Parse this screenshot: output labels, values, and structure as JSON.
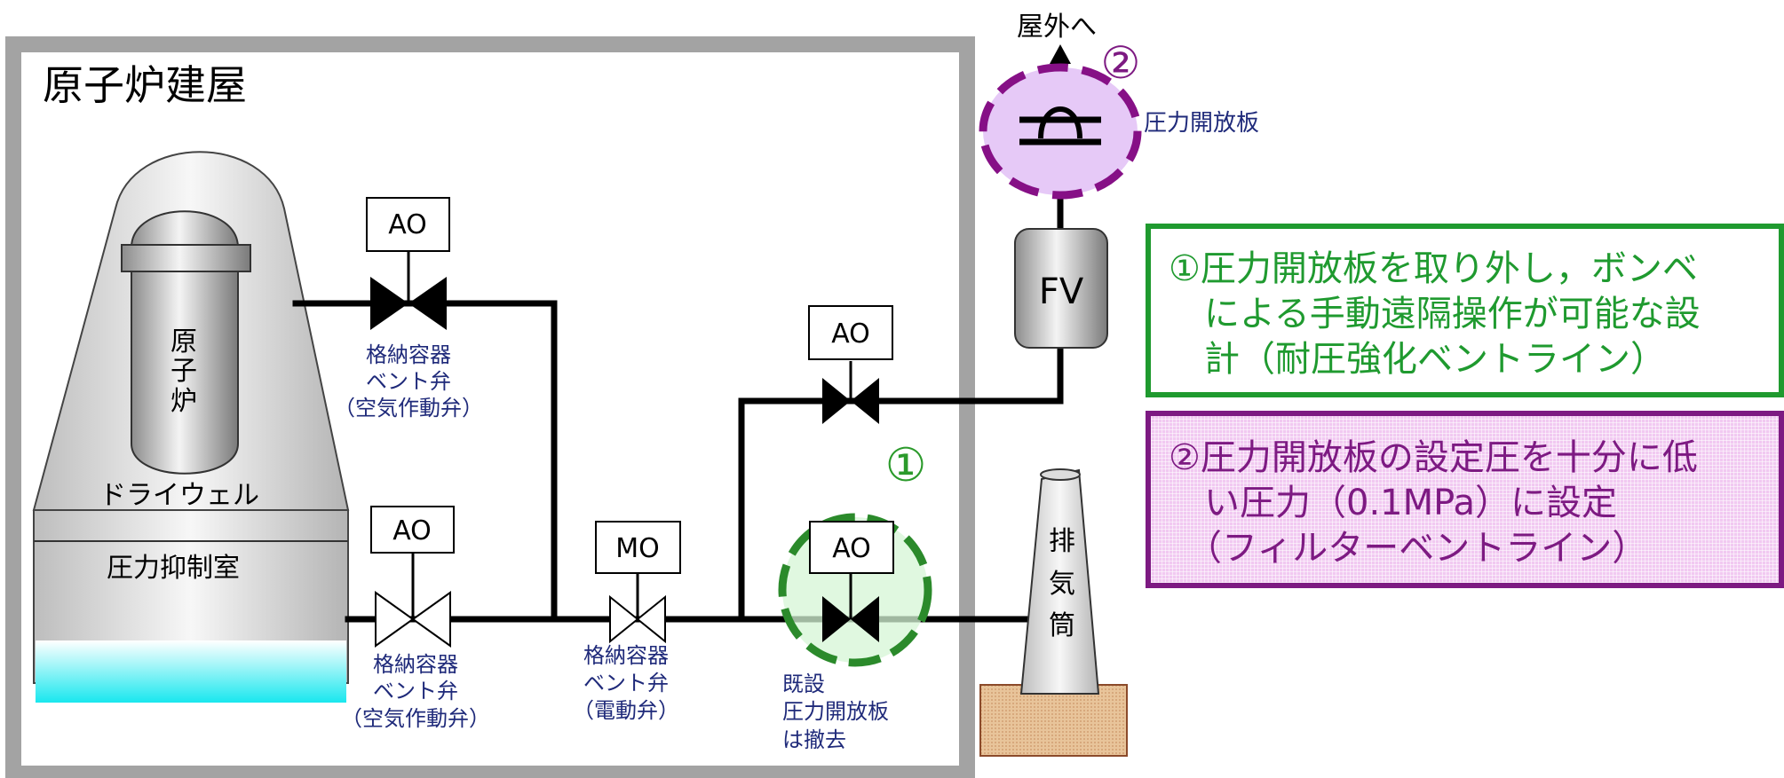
{
  "building": {
    "title": "原子炉建屋"
  },
  "reactor": {
    "vessel_label": [
      "原",
      "子",
      "炉"
    ],
    "drywell_label": "ドライウェル",
    "suppression_label": "圧力抑制室"
  },
  "valves": {
    "upper_left": {
      "actuator": "AO",
      "caption": [
        "格納容器",
        "ベント弁",
        "（空気作動弁）"
      ]
    },
    "lower_left": {
      "actuator": "AO",
      "caption": [
        "格納容器",
        "ベント弁",
        "（空気作動弁）"
      ]
    },
    "motor": {
      "actuator": "MO",
      "caption": [
        "格納容器",
        "ベント弁",
        "（電動弁）"
      ]
    },
    "existing": {
      "actuator": "AO",
      "caption": [
        "既設",
        "圧力開放板",
        "は撤去"
      ]
    },
    "filter_branch": {
      "actuator": "AO"
    }
  },
  "filter_vessel": {
    "label": "FV"
  },
  "stack": {
    "label": [
      "排",
      "気",
      "筒"
    ]
  },
  "outdoor": {
    "label": "屋外へ"
  },
  "rupture_disk": {
    "label": "圧力開放板"
  },
  "markers": {
    "one": "①",
    "two": "②"
  },
  "callouts": {
    "one": {
      "lines": [
        "①圧力開放板を取り外し，ボンベ",
        "　による手動遠隔操作が可能な設",
        "　計（耐圧強化ベントライン）"
      ],
      "color": "#1f9a2f"
    },
    "two": {
      "lines": [
        "②圧力開放板の設定圧を十分に低",
        "　い圧力（0.1MPa）に設定",
        "　（フィルターベントライン）"
      ],
      "color": "#7d1a82"
    }
  }
}
